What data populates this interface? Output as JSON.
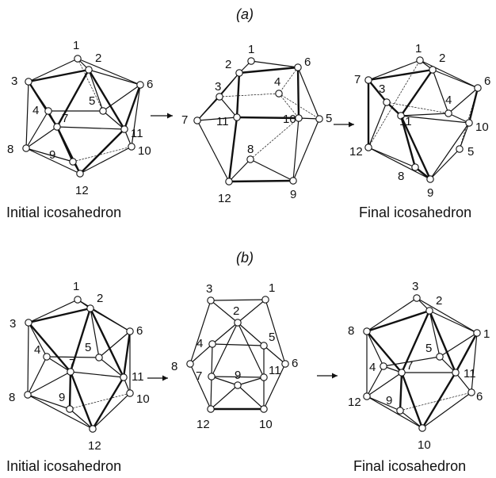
{
  "part_labels": {
    "a": "(a)",
    "b": "(b)"
  },
  "captions": {
    "initial": "Initial icosahedron",
    "final": "Final icosahedron"
  },
  "vertex_labels": [
    "1",
    "2",
    "3",
    "4",
    "5",
    "6",
    "7",
    "8",
    "9",
    "10",
    "11",
    "12"
  ],
  "colors": {
    "line": "#111111",
    "vertex_fill": "#ffffff"
  }
}
